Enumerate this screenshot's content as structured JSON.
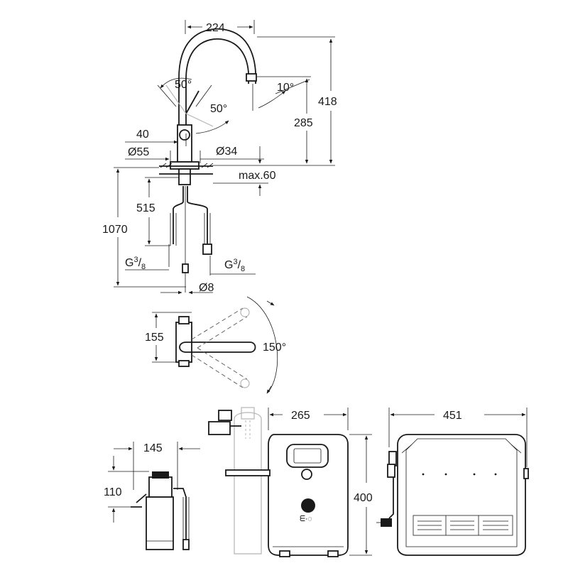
{
  "dimensions": {
    "spout_reach": "224",
    "lever_angle_left": "50°",
    "lever_angle_right": "50°",
    "spout_angle": "10°",
    "total_height": "418",
    "outlet_height": "285",
    "lever_offset": "40",
    "base_diameter": "Ø55",
    "hole_diameter": "Ø34",
    "max_deck": "max.60",
    "hose_to_inlet": "515",
    "total_hose": "1070",
    "inlet_left": "G",
    "inlet_right": "G",
    "inlet_sup": "3",
    "inlet_sub": "8",
    "inlet_sep": "/",
    "hose_diameter": "Ø8",
    "swivel_depth": "155",
    "swivel_angle": "150°",
    "filter_width": "145",
    "filter_height": "110",
    "chiller_depth": "265",
    "chiller_height": "400",
    "chiller_width": "451"
  },
  "chiller_front_label": "ᗴ∙◌"
}
